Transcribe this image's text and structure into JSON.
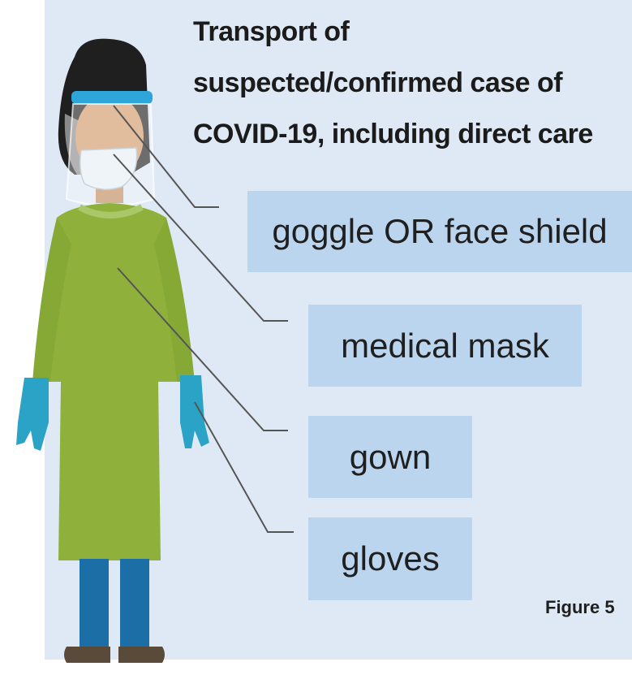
{
  "title": {
    "line1": "Transport of",
    "line2": "suspected/confirmed case of",
    "line3": "COVID-19, including direct care"
  },
  "labels": {
    "shield": "goggle OR face shield",
    "mask": "medical mask",
    "gown": "gown",
    "gloves": "gloves"
  },
  "figure_label": "Figure 5",
  "colors": {
    "panel": "#dfe9f5",
    "label_box": "#bcd5ee",
    "gown": "#8fb13c",
    "gloves": "#2aa3c6",
    "pants": "#1c6fa6",
    "shield_band": "#2fa6d9",
    "skin": "#d19a6a",
    "hair": "#1f1f1f",
    "shoes": "#5a4a3a",
    "leader_lines": "#555555"
  }
}
